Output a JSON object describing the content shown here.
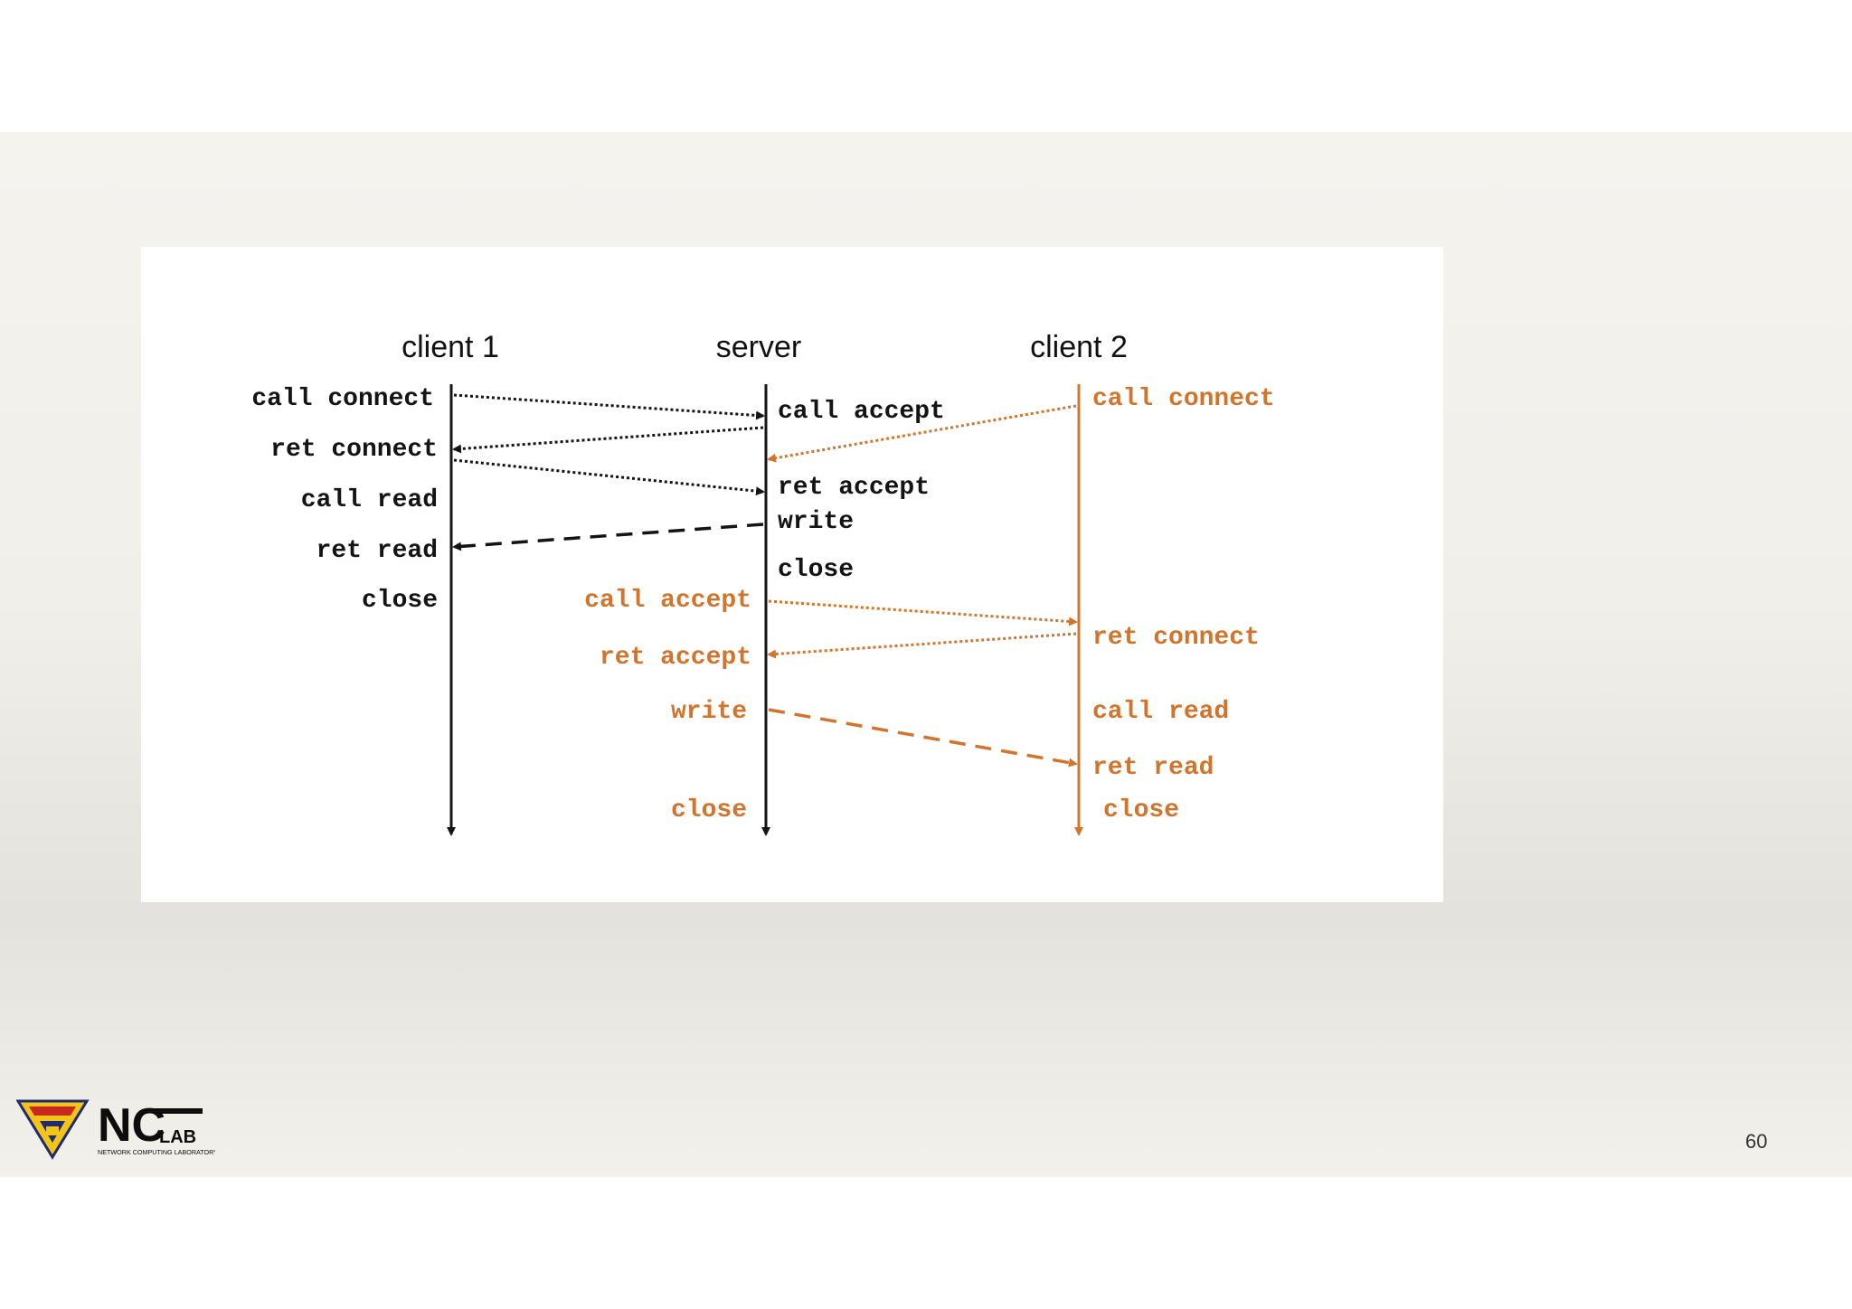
{
  "diagram": {
    "columns": [
      {
        "id": "client1",
        "title": "client 1"
      },
      {
        "id": "server",
        "title": "server"
      },
      {
        "id": "client2",
        "title": "client 2"
      }
    ],
    "labels": {
      "client1": [
        "call connect",
        "ret connect",
        "call read",
        "ret read",
        "close"
      ],
      "server_first": [
        "call accept",
        "ret accept",
        "write",
        "close"
      ],
      "server_second": [
        "call accept",
        "ret accept",
        "write",
        "close"
      ],
      "client2": [
        "call connect",
        "ret connect",
        "call read",
        "ret read",
        "close"
      ]
    },
    "colors": {
      "client1": "#141414",
      "client2": "#d2742c"
    }
  },
  "logo": {
    "mark": "NC",
    "sub": "LAB",
    "caption": "NETWORK COMPUTING LABORATORY"
  },
  "page_number": "60"
}
